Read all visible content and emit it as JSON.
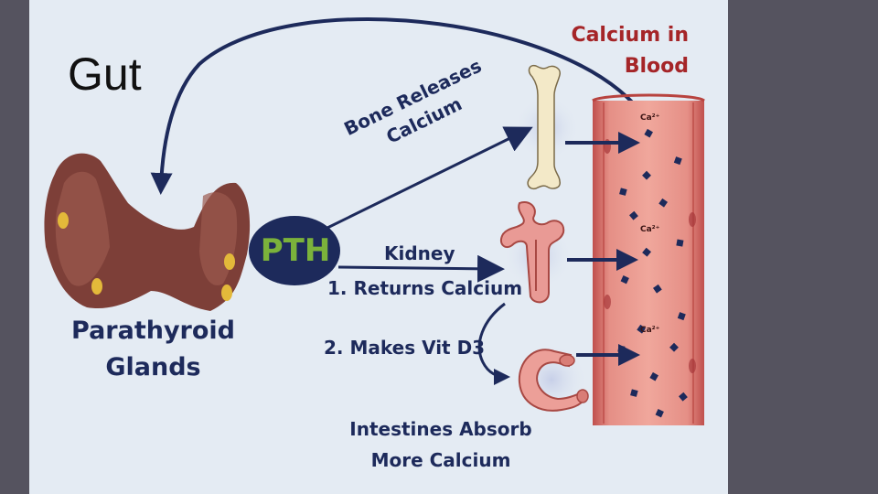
{
  "slide": {
    "heading": "Gut"
  },
  "diagram": {
    "title_line1": "Calcium in",
    "title_line2": "Blood",
    "gland_label_line1": "Parathyroid",
    "gland_label_line2": "Glands",
    "hormone_label": "PTH",
    "bone_label_line1": "Bone Releases",
    "bone_label_line2": "Calcium",
    "kidney_label": "Kidney",
    "kidney_step1": "1. Returns Calcium",
    "kidney_step2": "2. Makes Vit D3",
    "intestine_label_line1": "Intestines Absorb",
    "intestine_label_line2": "More Calcium",
    "ion_label": "Ca²⁺",
    "colors": {
      "navy": "#1d2a5b",
      "title_red": "#a52528",
      "pth_green": "#7bb23b",
      "vessel": "#d98480",
      "gland": "#7d3f38"
    }
  }
}
